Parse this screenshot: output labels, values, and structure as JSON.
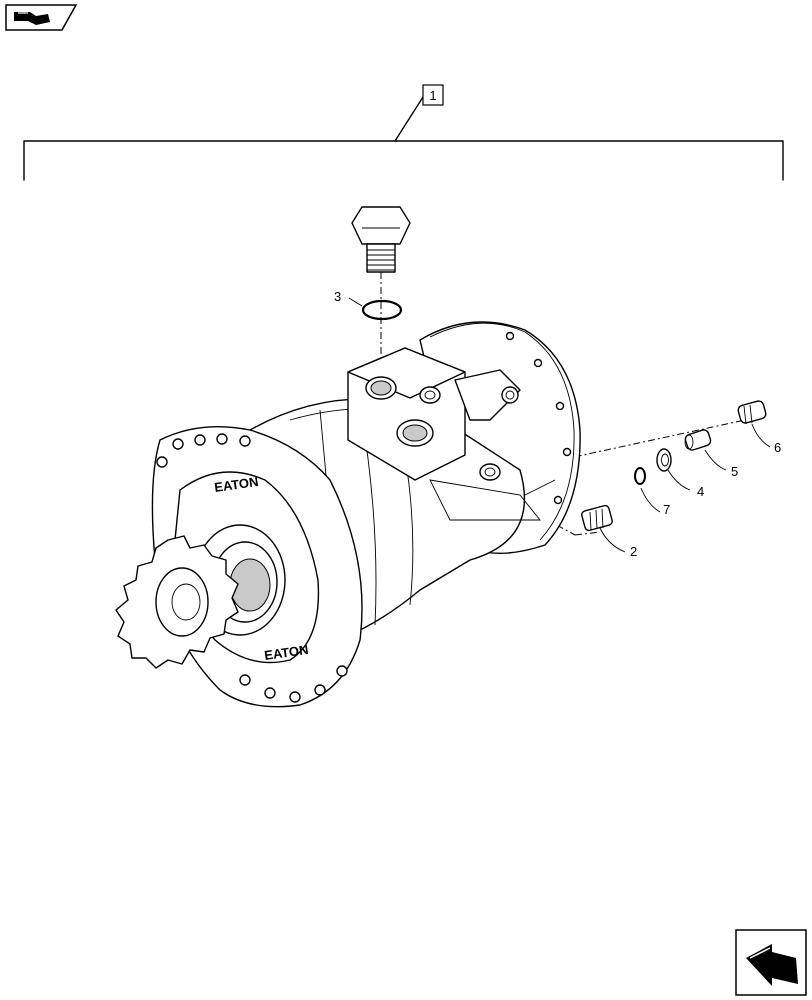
{
  "assembly_callout": "1",
  "part_callouts": {
    "p2": "2",
    "p3": "3",
    "p4": "4",
    "p5": "5",
    "p6": "6",
    "p7": "7"
  },
  "housing_text": {
    "upper": "EATON",
    "lower": "EATON"
  },
  "icons": {
    "top_left": "book-nav-icon",
    "bottom_right": "return-arrow-icon"
  }
}
